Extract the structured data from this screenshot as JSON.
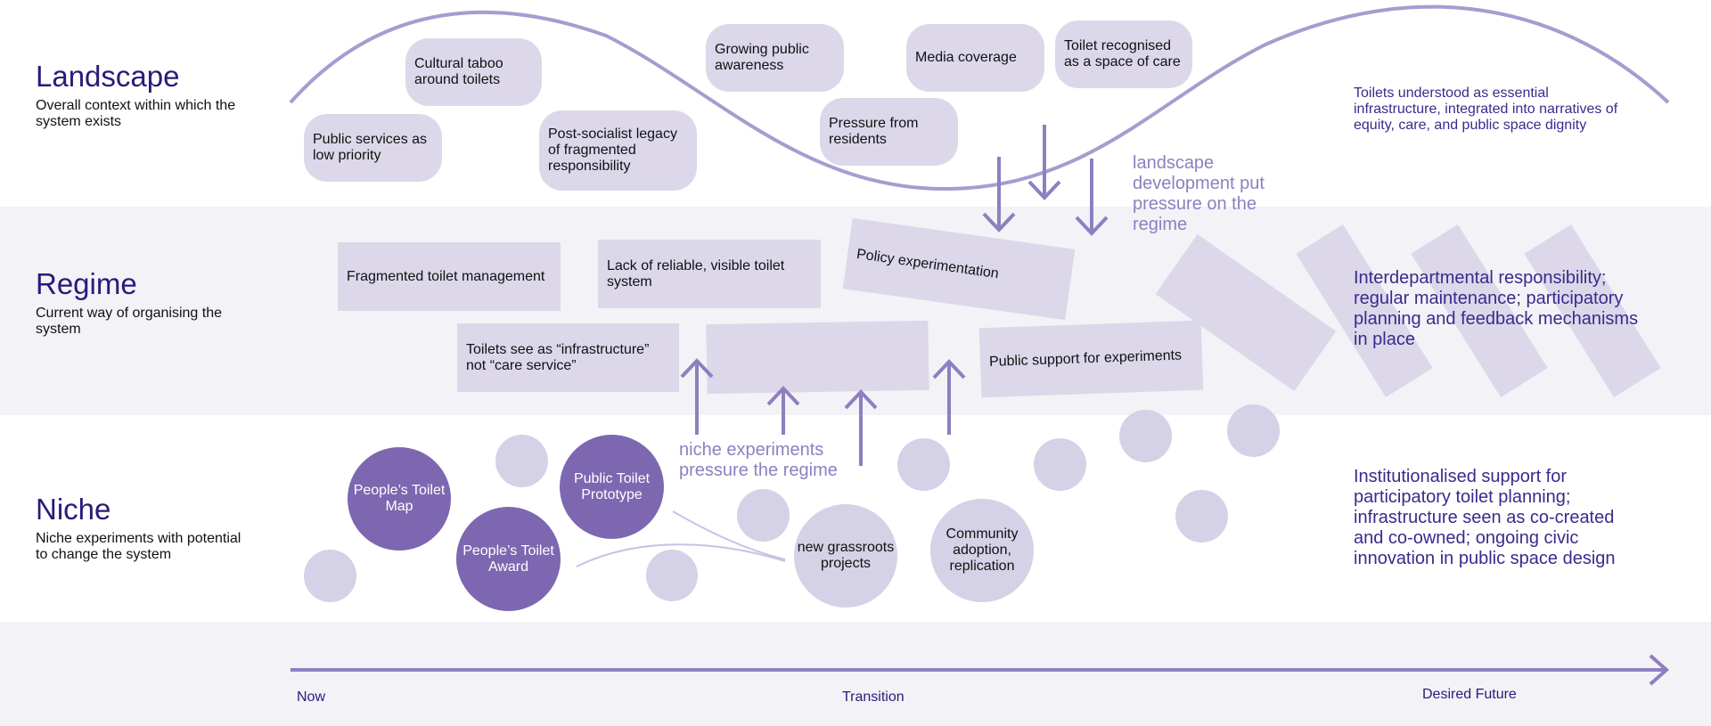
{
  "levels": {
    "landscape": {
      "title": "Landscape",
      "desc": "Overall context within which the system exists"
    },
    "regime": {
      "title": "Regime",
      "desc": "Current way of organising the system"
    },
    "niche": {
      "title": "Niche",
      "desc": "Niche experiments with potential to change the system"
    }
  },
  "landscape_items": [
    "Cultural taboo around toilets",
    "Public services as low priority",
    "Post-socialist legacy of fragmented responsibility",
    "Growing public awareness",
    "Pressure from residents",
    "Media coverage",
    "Toilet recognised as a space of care"
  ],
  "regime_items": [
    "Fragmented toilet management",
    "Lack of reliable, visible toilet system",
    "Policy experimentation",
    "Toilets see as “infrastructure” not “care service”",
    "Public support for experiments"
  ],
  "niche_items": [
    "People’s Toilet Map",
    "Public Toilet Prototype",
    "People’s Toilet Award",
    "new grassroots projects",
    "Community adoption, replication"
  ],
  "annotations": {
    "landscape_pressure": "landscape development put pressure on the regime",
    "niche_pressure": "niche experiments pressure the regime"
  },
  "future_states": {
    "landscape": "Toilets understood as essential infrastructure, integrated into narratives of equity, care, and public space dignity",
    "regime": "Interdepartmental responsibility; regular maintenance; participatory planning and feedback mechanisms in place",
    "niche": "Institutionalised support for participatory toilet planning; infrastructure seen as co-created and co-owned; ongoing civic innovation in public space design"
  },
  "timeline": {
    "now": "Now",
    "transition": "Transition",
    "future": "Desired Future"
  },
  "colors": {
    "title": "#2a1a7a",
    "shape_fill": "#dcd8ea",
    "dark_circle": "#7c67b0",
    "arrow": "#8e7fc0",
    "wave": "#a79ccf",
    "band_alt": "#f3f2f6"
  }
}
